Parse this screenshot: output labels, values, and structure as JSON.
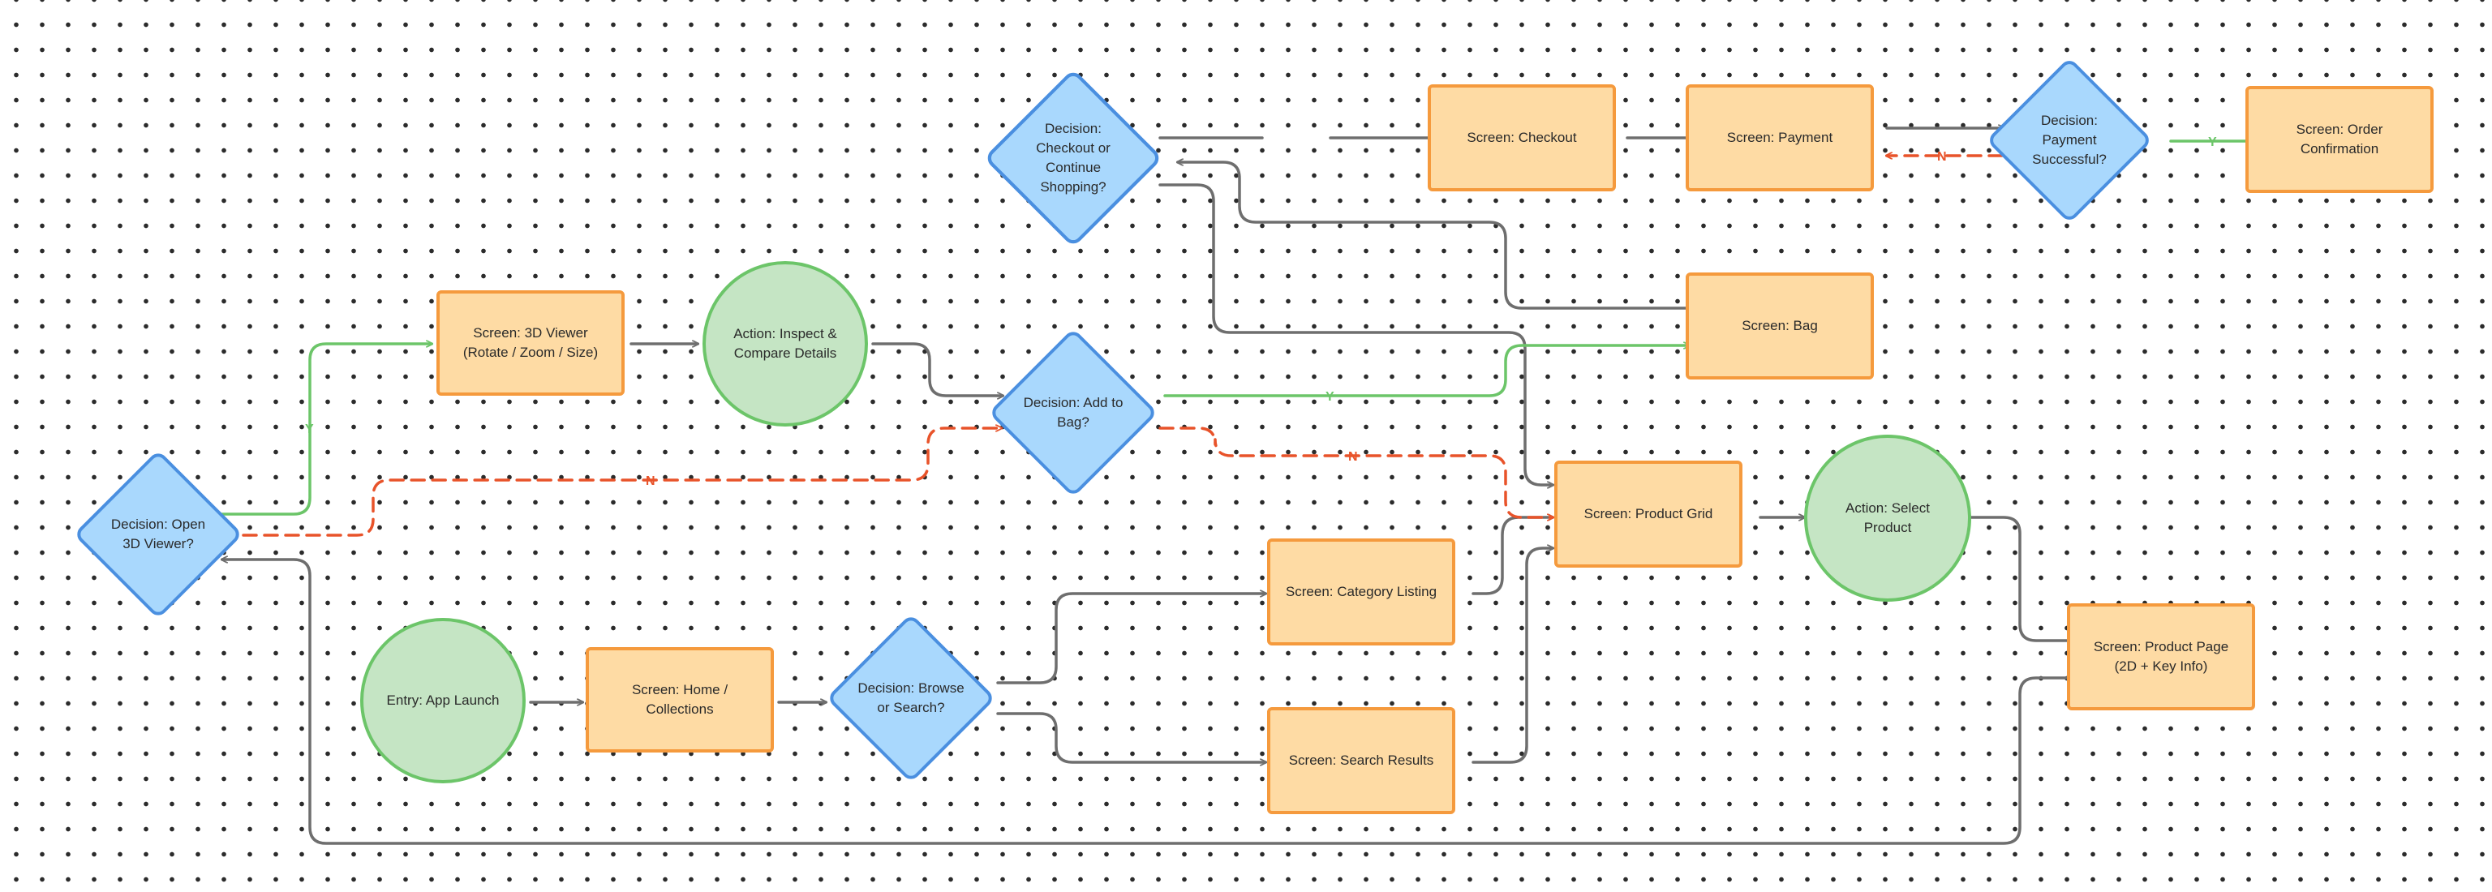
{
  "colors": {
    "screen_fill": "#fedba4",
    "screen_border": "#f59a3d",
    "action_fill": "#c5e5c4",
    "action_border": "#6cc569",
    "decision_fill": "#a9d8fd",
    "decision_border": "#4a8fe0",
    "edge_default": "#6e6e6e",
    "edge_yes": "#6cc569",
    "edge_no": "#e8532a"
  },
  "nodes": {
    "entry": "Entry: App Launch",
    "home": "Screen: Home / Collections",
    "browse": "Decision: Browse or Search?",
    "category": "Screen: Category Listing",
    "search": "Screen: Search Results",
    "grid": "Screen: Product Grid",
    "select": "Action: Select Product",
    "product_page": "Screen: Product Page (2D + Key Info)",
    "open3d": "Decision: Open 3D Viewer?",
    "viewer": "Screen: 3D Viewer (Rotate / Zoom / Size)",
    "inspect": "Action: Inspect & Compare Details",
    "add_bag": "Decision: Add to Bag?",
    "bag": "Screen: Bag",
    "checkout_decision": "Decision: Checkout or Continue Shopping?",
    "checkout": "Screen: Checkout",
    "payment": "Screen: Payment",
    "pay_ok": "Decision: Payment Successful?",
    "confirmation": "Screen: Order Confirmation"
  },
  "edge_labels": {
    "open3d_yes": "Y",
    "open3d_no": "N",
    "addbag_yes": "Y",
    "addbag_no": "N",
    "pay_yes": "Y",
    "pay_no": "N"
  }
}
